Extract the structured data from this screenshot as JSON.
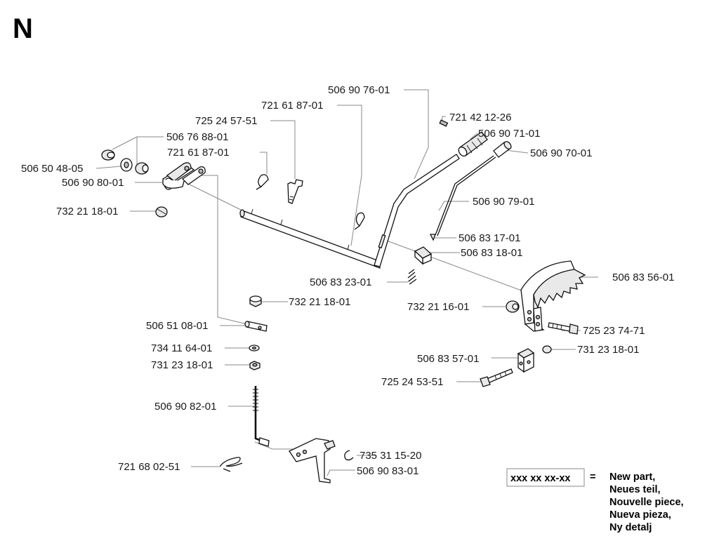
{
  "section_letter": "N",
  "parts": [
    {
      "id": "p1",
      "number": "506 90 76-01"
    },
    {
      "id": "p2",
      "number": "721 61 87-01"
    },
    {
      "id": "p3",
      "number": "725 24 57-51"
    },
    {
      "id": "p4",
      "number": "721 42 12-26"
    },
    {
      "id": "p5",
      "number": "506 76 88-01"
    },
    {
      "id": "p6",
      "number": "506 90 71-01"
    },
    {
      "id": "p7",
      "number": "721 61 87-01"
    },
    {
      "id": "p8",
      "number": "506 90 70-01"
    },
    {
      "id": "p9",
      "number": "506 50 48-05"
    },
    {
      "id": "p10",
      "number": "506 90 80-01"
    },
    {
      "id": "p11",
      "number": "506 90 79-01"
    },
    {
      "id": "p12",
      "number": "732 21 18-01"
    },
    {
      "id": "p13",
      "number": "506 83 17-01"
    },
    {
      "id": "p14",
      "number": "506 83 18-01"
    },
    {
      "id": "p15",
      "number": "506 83 56-01"
    },
    {
      "id": "p16",
      "number": "506 83 23-01"
    },
    {
      "id": "p17",
      "number": "732 21 18-01"
    },
    {
      "id": "p18",
      "number": "732 21 16-01"
    },
    {
      "id": "p19",
      "number": "506 51 08-01"
    },
    {
      "id": "p20",
      "number": "725 23 74-71"
    },
    {
      "id": "p21",
      "number": "734 11 64-01"
    },
    {
      "id": "p22",
      "number": "731 23 18-01"
    },
    {
      "id": "p23",
      "number": "731 23 18-01"
    },
    {
      "id": "p24",
      "number": "506 83 57-01"
    },
    {
      "id": "p25",
      "number": "725 24 53-51"
    },
    {
      "id": "p26",
      "number": "506 90 82-01"
    },
    {
      "id": "p27",
      "number": "735 31 15-20"
    },
    {
      "id": "p28",
      "number": "721 68 02-51"
    },
    {
      "id": "p29",
      "number": "506 90 83-01"
    }
  ],
  "legend": {
    "code": "xxx xx xx-xx",
    "equals": "=",
    "lines": [
      "New part,",
      "Neues teil,",
      "Nouvelle piece,",
      "Nueva pieza,",
      "Ny detalj"
    ]
  }
}
